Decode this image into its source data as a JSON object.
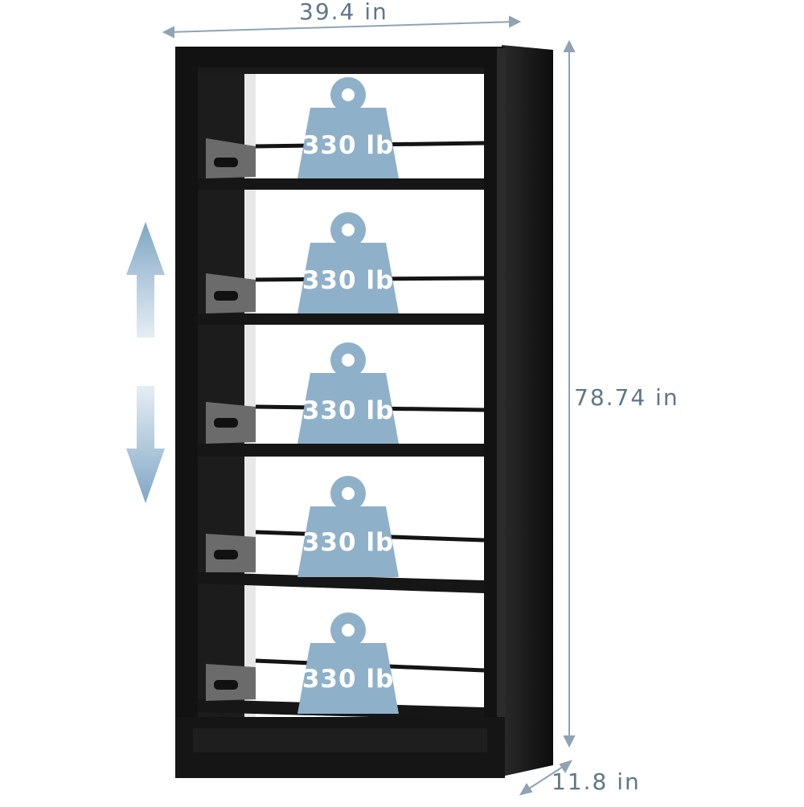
{
  "dimensions": {
    "width": "39.4 in",
    "height": "78.74 in",
    "depth": "11.8 in"
  },
  "shelf_capacity": [
    "330 lb",
    "330 lb",
    "330 lb",
    "330 lb",
    "330 lb"
  ],
  "colors": {
    "frame": "#121212",
    "weight_icon": "#8fb0c9",
    "dimension_text": "#5f7688",
    "adjust_arrow": "#8fb0c9"
  },
  "icons": [
    "weight-icon",
    "adjust-height-arrow-icon"
  ]
}
